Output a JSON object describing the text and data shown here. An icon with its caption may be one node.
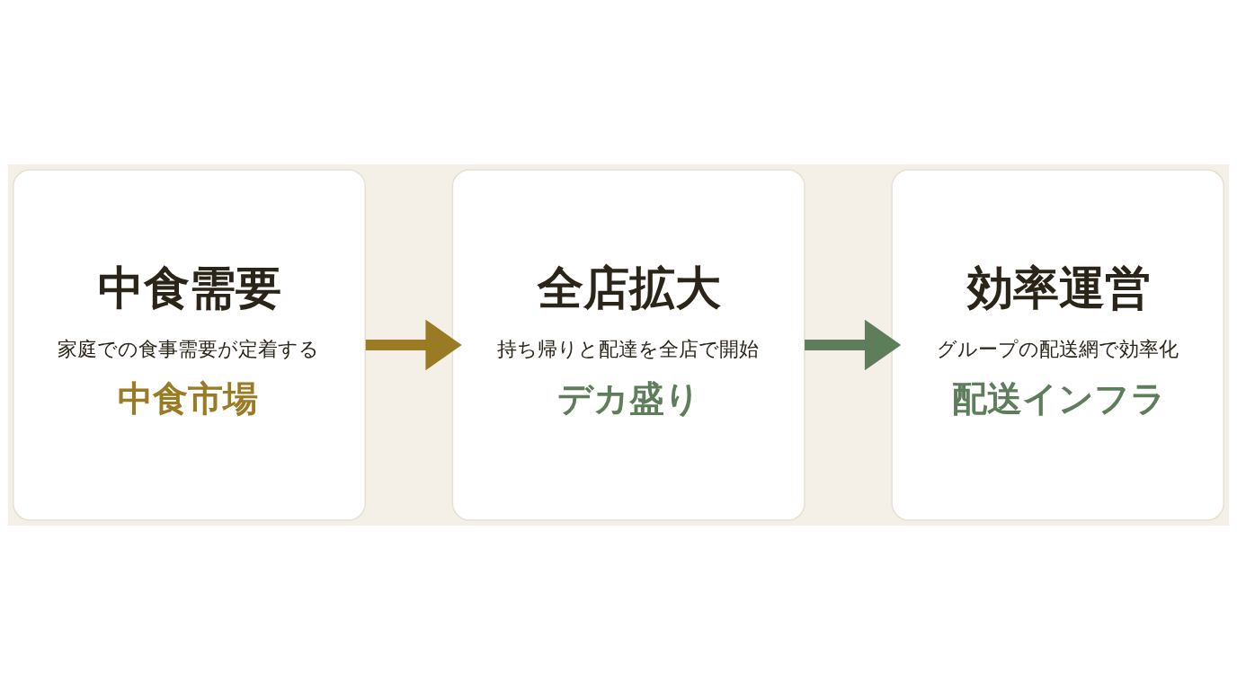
{
  "diagram": {
    "nodes": [
      {
        "text": [
          "中食需要",
          "家庭での食事需要が定着する",
          "中食市場"
        ]
      },
      {
        "text": [
          "全店拡大",
          "持ち帰りと配達を全店で開始",
          "デカ盛り"
        ]
      },
      {
        "text": [
          "効率運営",
          "グループの配送網で効率化",
          "配送インフラ"
        ]
      }
    ],
    "edges": [
      {
        "from": 0,
        "to": 1,
        "arrow": "to",
        "color": "#9a7a22"
      },
      {
        "from": 1,
        "to": 2,
        "arrow": "to",
        "color": "#5e7d5a"
      }
    ]
  }
}
